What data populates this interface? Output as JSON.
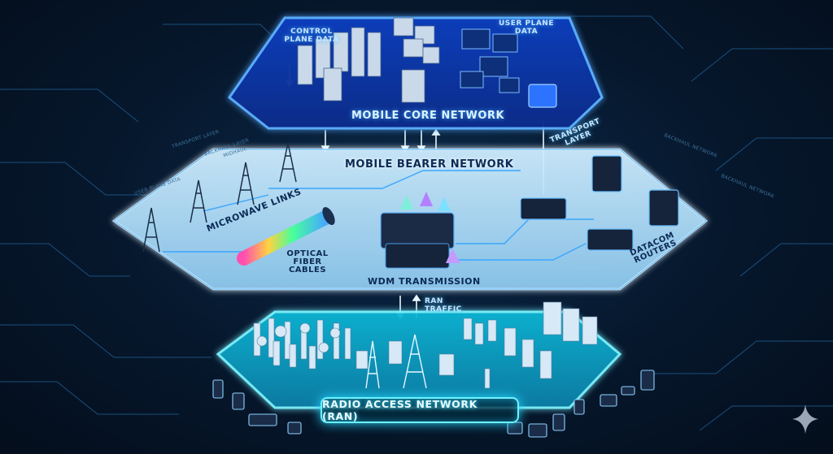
{
  "layers": {
    "core": {
      "title": "MOBILE CORE NETWORK",
      "control_plane": "CONTROL\nPLANE DATA",
      "user_plane": "USER PLANE\nDATA"
    },
    "bearer": {
      "title": "MOBILE BEARER NETWORK",
      "microwave": "MICROWAVE LINKS",
      "optical": "OPTICAL\nFIBER CABLES",
      "wdm": "WDM TRANSMISSION",
      "datacom": "DATACOM\nROUTERS",
      "transport": "TRANSPORT\nLAYER",
      "ran_traffic": "RAN\nTRAFFIC"
    },
    "ran": {
      "title": "RADIO ACCESS NETWORK (RAN)"
    }
  },
  "background_labels": {
    "transport_layer": "TRANSPORT LAYER",
    "backhaul_layer": "BACKHAUL LAYER",
    "midhaul": "MIDHAUL",
    "user_plane_data": "USER PLANE DATA",
    "backhaul_network_right": "BACKHAUL NETWORK",
    "backhaul_network_right2": "BACKHAUL NETWORK"
  },
  "colors": {
    "core": "#1c6dff",
    "bearer": "#bfe6ff",
    "ran": "#19d6f0",
    "glow": "#3fb8ff"
  },
  "icons": [
    "server-rack-icon",
    "router-icon",
    "cell-tower-icon",
    "fiber-bundle-icon",
    "wdm-switch-icon",
    "prism-icon",
    "smartphone-icon",
    "tablet-icon",
    "camera-icon",
    "sparkle-icon"
  ]
}
